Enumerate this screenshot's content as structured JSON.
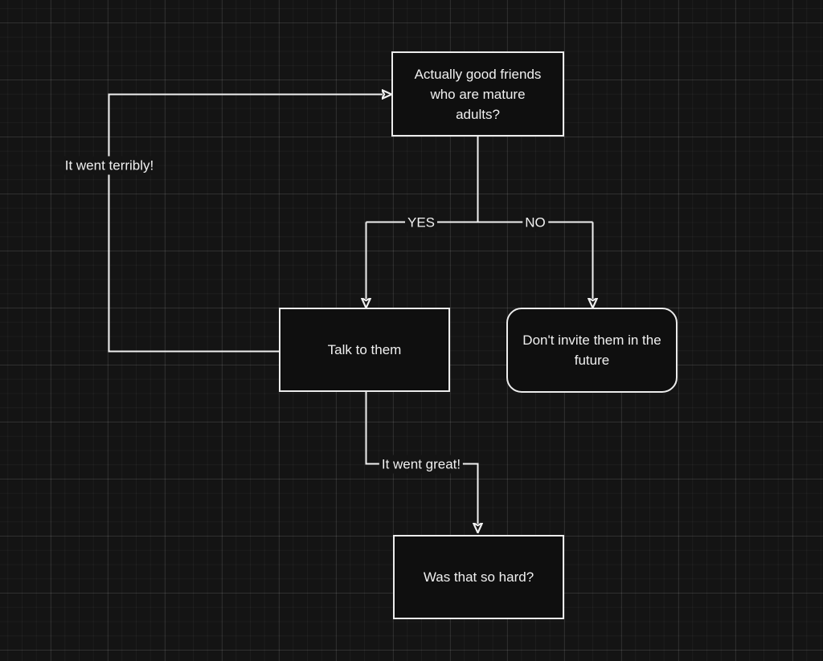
{
  "diagram": {
    "nodes": {
      "question": {
        "label": "Actually good friends who are mature adults?"
      },
      "talk": {
        "label": "Talk to them"
      },
      "dont_invite": {
        "label": "Don't invite them in the future"
      },
      "was_that_so_hard": {
        "label": "Was that so hard?"
      }
    },
    "edge_labels": {
      "yes": "YES",
      "no": "NO",
      "went_great": "It went great!",
      "went_terribly": "It went terribly!"
    },
    "colors": {
      "canvas_bg": "#141414",
      "grid_minor": "#1e1e1e",
      "grid_major": "#2a2a2a",
      "shape_fill": "#0f0f0f",
      "shape_stroke": "#ececec",
      "edge_stroke": "#f0f0f0",
      "text": "#f0f0f0"
    }
  }
}
